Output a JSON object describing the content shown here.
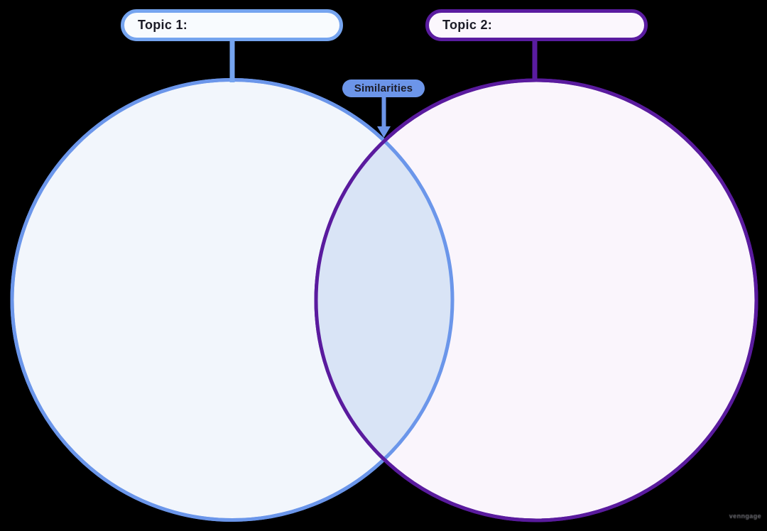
{
  "diagram": {
    "type": "venn-diagram-template",
    "topic1": {
      "label": "Topic 1:"
    },
    "topic2": {
      "label": "Topic 2:"
    },
    "intersection": {
      "label": "Similarities"
    }
  },
  "colors": {
    "background": "#000000",
    "topic1_border": "#75A4EF",
    "topic1_fill": "#F8FBFE",
    "topic2_border": "#5A1CA0",
    "topic2_fill": "#FBF7FD",
    "circle1_stroke": "#6B96EA",
    "circle1_fill": "#F2F6FC",
    "circle2_stroke": "#5A1B9E",
    "circle2_fill": "#FAF5FC",
    "lens_fill": "#D9E4F6",
    "pill_fill": "#6C95E9",
    "text": "#1B1B26",
    "watermark": "#85858D"
  },
  "watermark": {
    "text": "venngage"
  }
}
